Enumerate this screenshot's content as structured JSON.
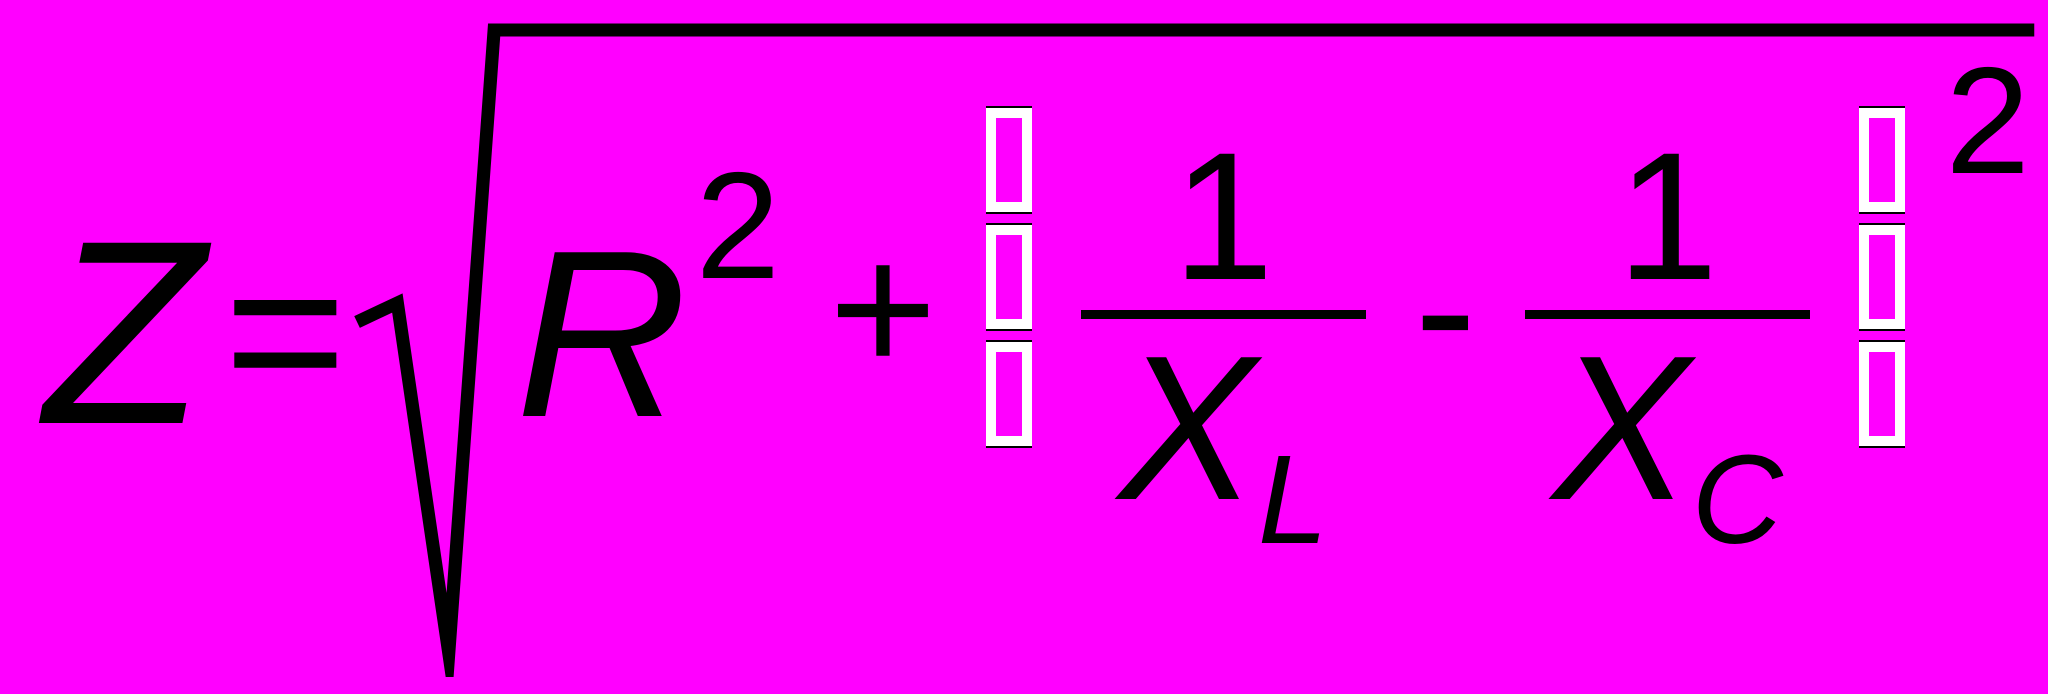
{
  "colors": {
    "background": "#FF00FF",
    "ink": "#000000",
    "bracket": "#FFFFFF"
  },
  "equation": {
    "ascii_form": "Z = sqrt( R^2 + ( 1/X_L - 1/X_C )^2 )",
    "lhs": "Z",
    "equals": "=",
    "term_base": "R",
    "term_exponent": "2",
    "op_plus": "+",
    "frac1": {
      "numerator": "1",
      "den_base": "X",
      "den_sub": "L"
    },
    "op_minus": "-",
    "frac2": {
      "numerator": "1",
      "den_base": "X",
      "den_sub": "C"
    },
    "outer_exponent": "2",
    "bracket_glyphs": "notdef-boxes",
    "boxes_per_bracket": 3
  }
}
